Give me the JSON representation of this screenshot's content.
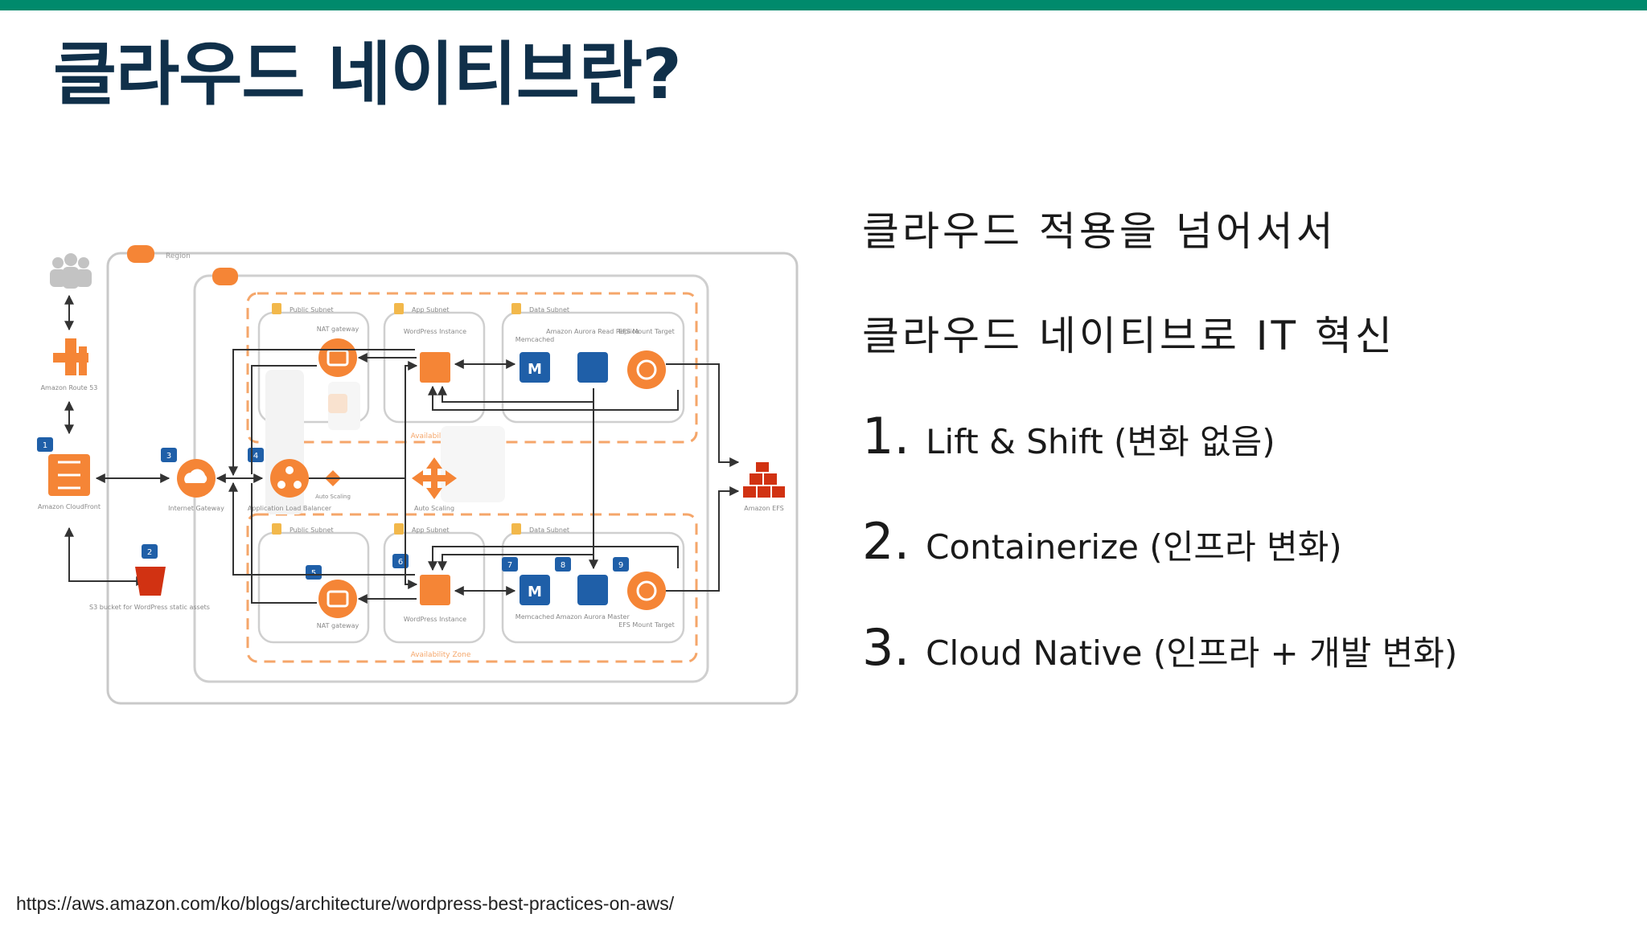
{
  "slide": {
    "title": "클라우드 네이티브란?",
    "intro_lines": [
      "클라우드 적용을 넘어서서",
      "클라우드 네이티브로 IT 혁신"
    ],
    "items": [
      {
        "num": "1.",
        "text": "Lift & Shift (변화 없음)"
      },
      {
        "num": "2.",
        "text": "Containerize (인프라 변화)"
      },
      {
        "num": "3.",
        "text": "Cloud Native (인프라 + 개발 변화)"
      }
    ],
    "source_url": "https://aws.amazon.com/ko/blogs/architecture/wordpress-best-practices-on-aws/"
  },
  "colors": {
    "accent_bar": "#008a6c",
    "title_color": "#10304a",
    "aws_orange": "#f58536",
    "aws_blue": "#1f5fa8",
    "aws_red": "#d13212"
  },
  "diagram": {
    "left_labels": [
      "Amazon Route 53",
      "Amazon CloudFront",
      "S3 bucket for WordPress static assets"
    ],
    "right_label": "Amazon EFS",
    "gateway_labels": [
      "Internet Gateway",
      "Application Load Balancer",
      "Auto Scaling"
    ],
    "top_subnet_labels": [
      "Public Subnet",
      "App Subnet",
      "Data Subnet"
    ],
    "top_node_labels": [
      "NAT gateway",
      "WordPress Instance",
      "Memcached",
      "Amazon Aurora Read Replica",
      "EFS Mount Target"
    ],
    "bottom_subnet_labels": [
      "Public Subnet",
      "App Subnet",
      "Data Subnet"
    ],
    "bottom_node_labels": [
      "NAT gateway",
      "WordPress Instance",
      "Memcached",
      "Amazon Aurora Master",
      "EFS Mount Target"
    ],
    "zone_label": "Availability Zone",
    "region_label": "Region",
    "badges": [
      "1",
      "2",
      "3",
      "4",
      "5",
      "6",
      "7",
      "8",
      "9"
    ]
  }
}
